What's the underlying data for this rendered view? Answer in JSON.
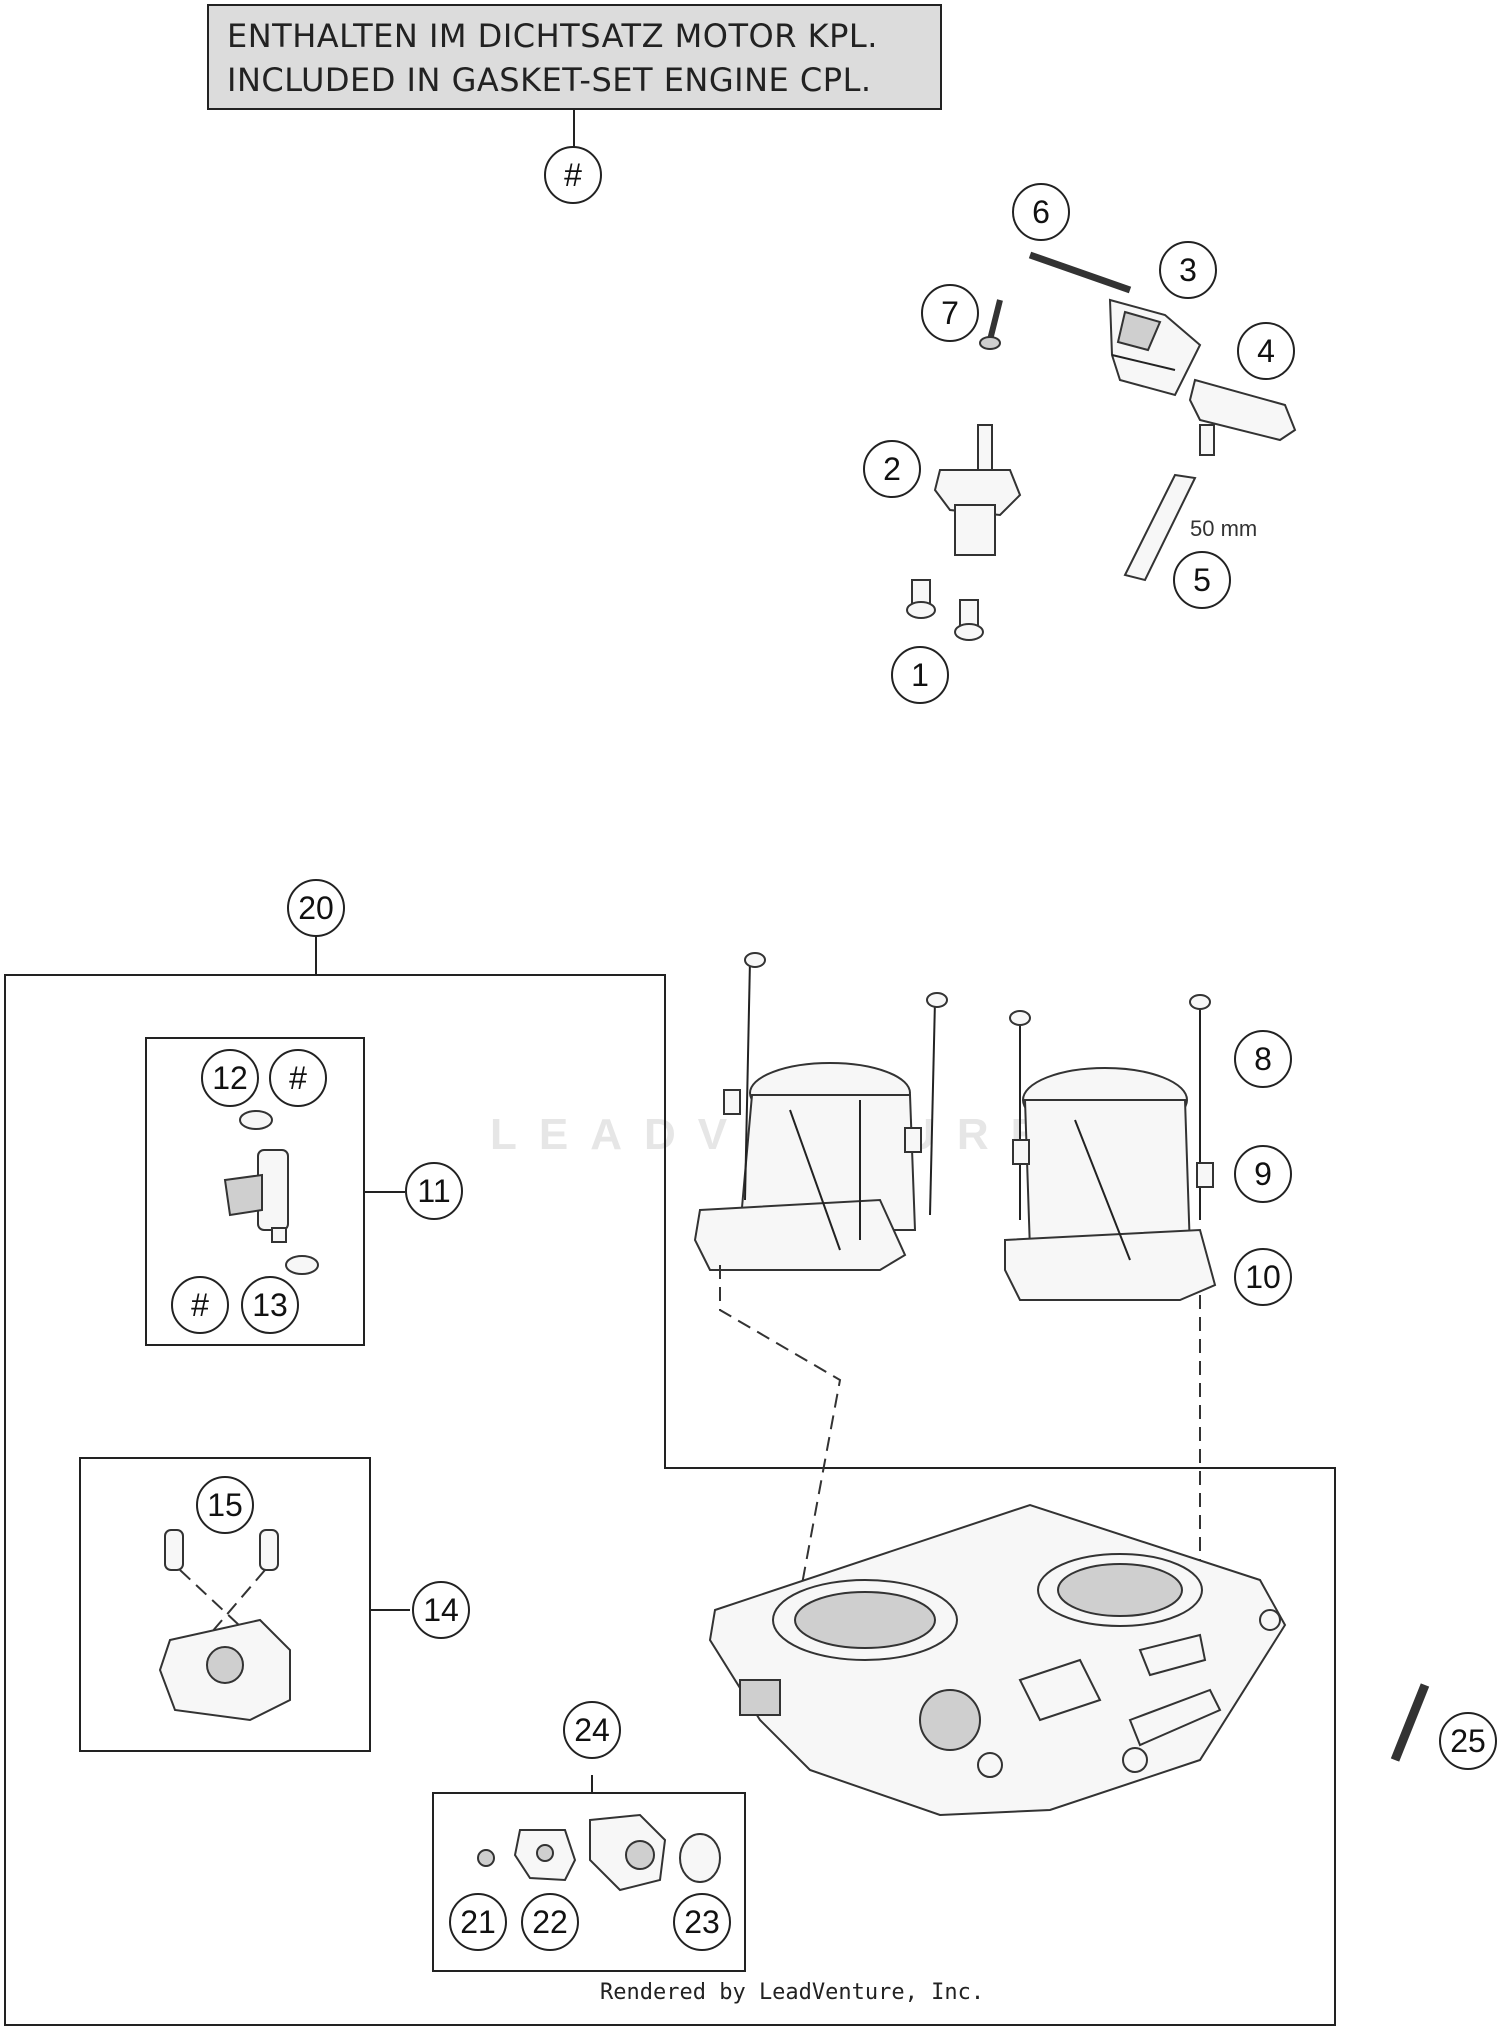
{
  "note": {
    "line1": "ENTHALTEN IM DICHTSATZ MOTOR KPL.",
    "line2": "INCLUDED IN GASKET-SET ENGINE CPL."
  },
  "callouts": {
    "hash_top": "#",
    "c1": "1",
    "c2": "2",
    "c3": "3",
    "c4": "4",
    "c5": "5",
    "c6": "6",
    "c7": "7",
    "c8": "8",
    "c9": "9",
    "c10": "10",
    "c11": "11",
    "c12": "12",
    "hash_12": "#",
    "c13": "13",
    "hash_13": "#",
    "c14": "14",
    "c15": "15",
    "c20": "20",
    "c21": "21",
    "c22": "22",
    "c23": "23",
    "c24": "24",
    "c25": "25"
  },
  "dimension_label": "50 mm",
  "watermark": "LEADVENTURE",
  "credit": "Rendered by LeadVenture, Inc."
}
